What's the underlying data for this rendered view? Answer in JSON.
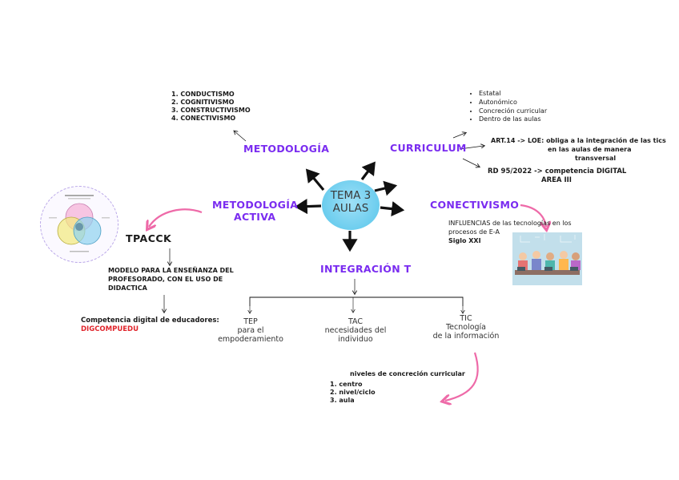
{
  "center": {
    "line1": "TEMA 3",
    "line2": "AULAS"
  },
  "metodologia": {
    "title": "METODOLOGÍA",
    "items": [
      "1. CONDUCTISMO",
      "2. COGNITIVISMO",
      "3. CONSTRUCTIVISMO",
      "4. CONECTIVISMO"
    ]
  },
  "curriculum": {
    "title": "CURRICULUM",
    "bullets": [
      "Estatal",
      "Autonómico",
      "Concreción curricular",
      "Dentro de las aulas"
    ],
    "art_line1": "ART.14 -> LOE: obliga a la integración de las tics",
    "art_line2": "en las aulas de manera",
    "art_line3": "transversal",
    "rd_line1": "RD 95/2022 -> competencia DIGITAL",
    "rd_line2": "AREA III"
  },
  "metodologia_activa": {
    "line1": "METODOLOGÍA",
    "line2": "ACTIVA"
  },
  "tpacck": {
    "title": "TPACCK",
    "model_line1": "MODELO PARA LA ENSEÑANZA DEL",
    "model_line2": "PROFESORADO, CON EL USO DE",
    "model_line3": "DIDACTICA",
    "competencia": "Competencia digital de educadores:",
    "digcompedu": "DIGCOMPUEDU"
  },
  "conectivismo": {
    "title": "CONECTIVISMO",
    "line1": "INFLUENCIAS de las tecnologías en los",
    "line2": "procesos de E-A",
    "line3": "Siglo XXI"
  },
  "integracion": {
    "title": "INTEGRACIÓN T",
    "tep": {
      "name": "TEP",
      "l1": "para el",
      "l2": "empoderamiento"
    },
    "tac": {
      "name": "TAC",
      "l1": "necesidades del",
      "l2": "individuo"
    },
    "tic": {
      "name": "TIC",
      "l1": "Tecnología",
      "l2": "de la información"
    },
    "niveles_title": "niveles de concreción curricular",
    "niveles": [
      "1. centro",
      "2. nivel/ciclo",
      "3. aula"
    ]
  },
  "colors": {
    "accent": "#7a2cf0",
    "pink_arrow": "#ee6aa8",
    "center_fill": "#6ccdee",
    "red": "#e0242b"
  }
}
